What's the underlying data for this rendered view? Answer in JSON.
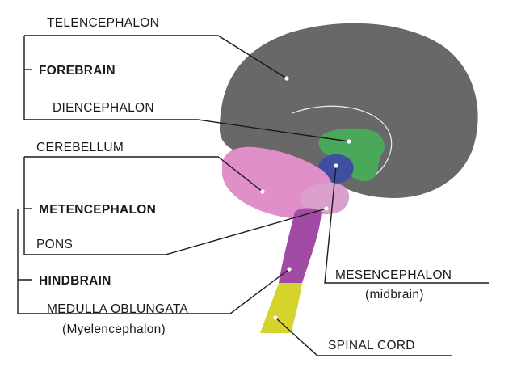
{
  "colors": {
    "telencephalon": "#686868",
    "diencephalon": "#4aa85a",
    "mesencephalon": "#3f4fa0",
    "cerebellum": "#e08fc8",
    "pons": "#d9a0cc",
    "medulla": "#a24ba5",
    "spinal_cord": "#d4d42c",
    "forebrain_label": "#2f6b35",
    "metencephalon_label": "#e08fc8",
    "hindbrain_label": "#7a2c82",
    "line": "#1a1a1a"
  },
  "labels": {
    "telencephalon": "TELENCEPHALON",
    "forebrain": "FOREBRAIN",
    "diencephalon": "DIENCEPHALON",
    "cerebellum": "CEREBELLUM",
    "metencephalon": "METENCEPHALON",
    "pons": "PONS",
    "hindbrain": "HINDBRAIN",
    "medulla_oblungata": "MEDULLA OBLUNGATA",
    "myelencephalon": "(Myelencephalon)",
    "mesencephalon": "MESENCEPHALON",
    "midbrain": "(midbrain)",
    "spinal_cord": "SPINAL CORD"
  }
}
